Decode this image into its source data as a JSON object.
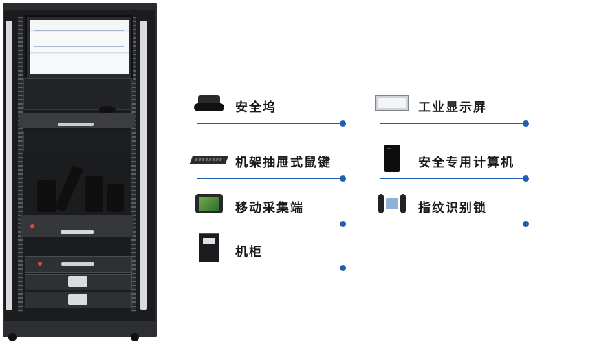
{
  "accent_color": "#1f5fb3",
  "items": [
    {
      "label": "安全坞",
      "icon": "charging-dock-icon"
    },
    {
      "label": "机架抽屉式鼠键",
      "icon": "rack-keyboard-icon"
    },
    {
      "label": "移动采集端",
      "icon": "tablet-icon"
    },
    {
      "label": "机柜",
      "icon": "server-cabinet-icon"
    },
    {
      "label": "工业显示屏",
      "icon": "monitor-icon"
    },
    {
      "label": "安全专用计算机",
      "icon": "tower-pc-icon"
    },
    {
      "label": "指纹识别锁",
      "icon": "fingerprint-lock-icon"
    }
  ]
}
